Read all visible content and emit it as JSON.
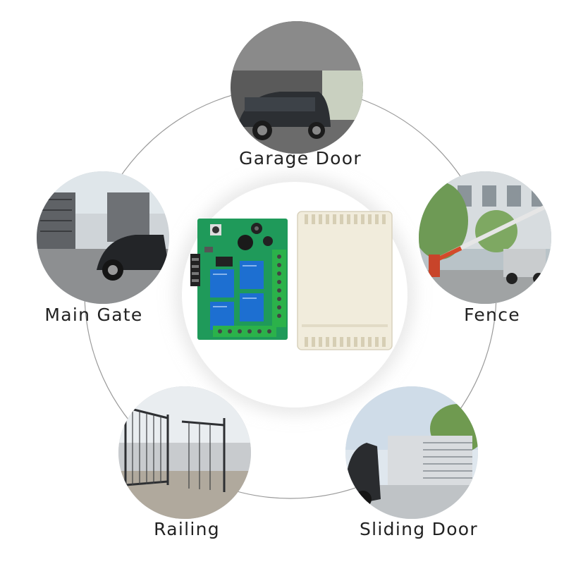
{
  "applications": [
    {
      "id": "garage-door",
      "label": "Garage Door"
    },
    {
      "id": "main-gate",
      "label": "Main Gate"
    },
    {
      "id": "fence",
      "label": "Fence"
    },
    {
      "id": "railing",
      "label": "Railing"
    },
    {
      "id": "sliding-door",
      "label": "Sliding Door"
    }
  ],
  "product": {
    "board_color": "#1f9a5a",
    "relay_color": "#1d6fd1",
    "terminal_color": "#2bb24a",
    "enclosure_color": "#f1ecdc"
  }
}
